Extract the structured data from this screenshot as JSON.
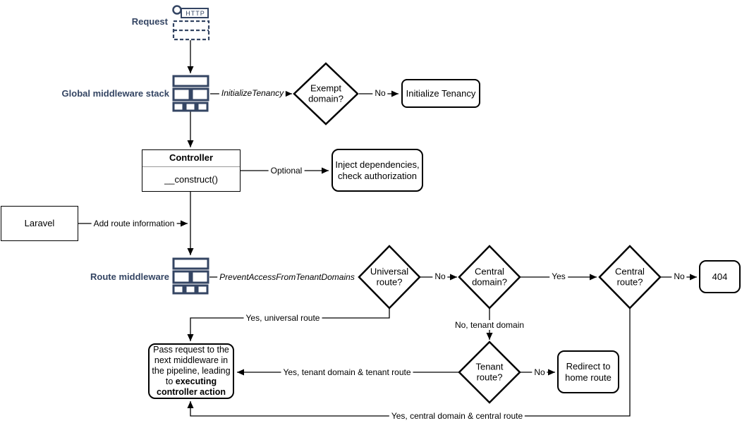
{
  "colors": {
    "accent_navy": "#344563",
    "shape_stroke": "#000000",
    "background": "#ffffff"
  },
  "icons": {
    "request_icon": "http-request-icon",
    "global_middleware_icon": "middleware-stack-icon",
    "route_middleware_icon": "middleware-stack-icon"
  },
  "nodes": {
    "request": {
      "label": "Request",
      "icon_text": "HTTP"
    },
    "global_middleware": {
      "label": "Global middleware stack"
    },
    "route_middleware": {
      "label": "Route middleware"
    },
    "exempt_domain": {
      "label": "Exempt domain?"
    },
    "initialize_tenancy": {
      "label": "Initialize Tenancy"
    },
    "controller": {
      "title": "Controller",
      "method": "__construct()"
    },
    "inject": {
      "label": "Inject dependencies, check authorization"
    },
    "laravel": {
      "label": "Laravel"
    },
    "universal_route": {
      "label": "Universal route?"
    },
    "central_domain": {
      "label": "Central domain?"
    },
    "central_route": {
      "label": "Central route?"
    },
    "not_found": {
      "label": "404"
    },
    "tenant_route": {
      "label": "Tenant route?"
    },
    "redirect_home": {
      "label": "Redirect to home route"
    },
    "pass_request": {
      "text": "Pass request to the next middleware in the pipeline, leading to ",
      "bold_text": "executing controller action"
    }
  },
  "edge_labels": {
    "initialize_tenancy_mw": "InitializeTenancy",
    "prevent_access_mw": "PreventAccessFromTenantDomains",
    "no_exempt": "No",
    "optional": "Optional",
    "add_route_info": "Add route information",
    "no_universal": "No",
    "yes_central_domain": "Yes",
    "no_central_route": "No",
    "yes_universal_route": "Yes, universal route",
    "no_tenant_domain": "No, tenant domain",
    "no_tenant_route": "No",
    "yes_tenant_route": "Yes, tenant domain & tenant route",
    "yes_central_route": "Yes, central domain & central route"
  }
}
